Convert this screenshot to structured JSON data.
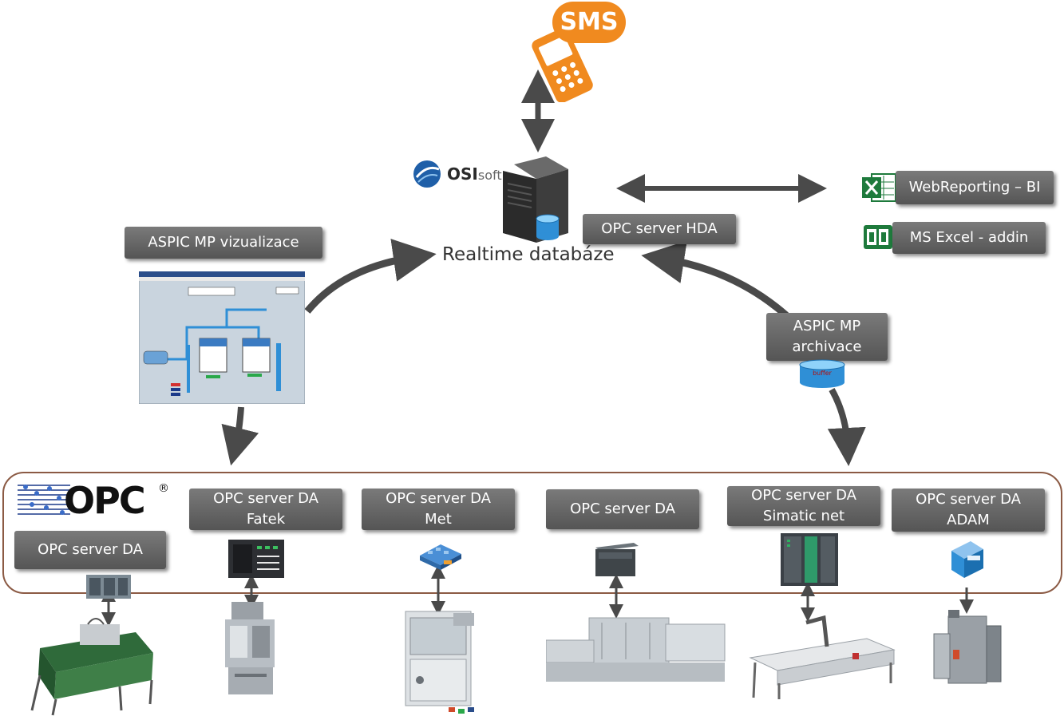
{
  "top": {
    "sms_label": "SMS",
    "osisoft_brand": "OSI",
    "osisoft_suffix": "soft",
    "database_label": "Realtime databáze",
    "hda_label": "OPC server HDA"
  },
  "reporting": {
    "webreporting_label": "WebReporting – BI",
    "excel_addin_label": "MS Excel - addin"
  },
  "visualization": {
    "label": "ASPIC MP vizualizace"
  },
  "archiving": {
    "label_line1": "ASPIC MP",
    "label_line2": "archivace",
    "buffer_label": "buffer"
  },
  "opc_logo": {
    "text": "OPC",
    "mark": "®"
  },
  "servers": [
    {
      "line1": "OPC server DA",
      "line2": ""
    },
    {
      "line1": "OPC server DA",
      "line2": "Fatek"
    },
    {
      "line1": "OPC server DA",
      "line2": "Met"
    },
    {
      "line1": "OPC server DA",
      "line2": ""
    },
    {
      "line1": "OPC server DA",
      "line2": "Simatic net"
    },
    {
      "line1": "OPC server DA",
      "line2": "ADAM"
    }
  ],
  "colors": {
    "label_bg": "#666666",
    "arrow": "#4a4a4a",
    "frame": "#8b5a44",
    "sms_orange": "#f08a1f",
    "excel_green": "#1e7a3c",
    "db_blue": "#2f8fd6"
  }
}
